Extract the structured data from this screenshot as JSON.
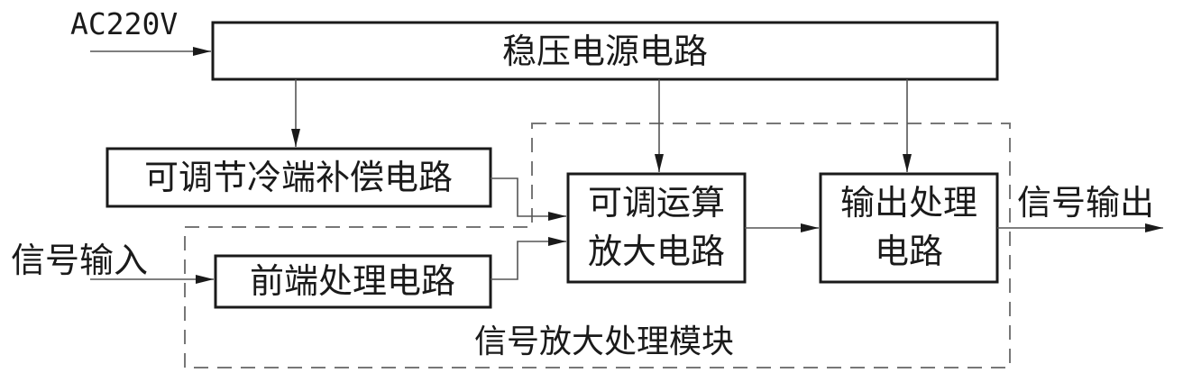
{
  "diagram": {
    "inputs": {
      "ac": "AC220V",
      "signal_in": "信号输入"
    },
    "output": "信号输出",
    "module_label": "信号放大处理模块",
    "blocks": {
      "power": "稳压电源电路",
      "cold_junction": "可调节冷端补偿电路",
      "front_end": "前端处理电路",
      "amp_line1": "可调运算",
      "amp_line2": "放大电路",
      "out_line1": "输出处理",
      "out_line2": "电路"
    }
  }
}
